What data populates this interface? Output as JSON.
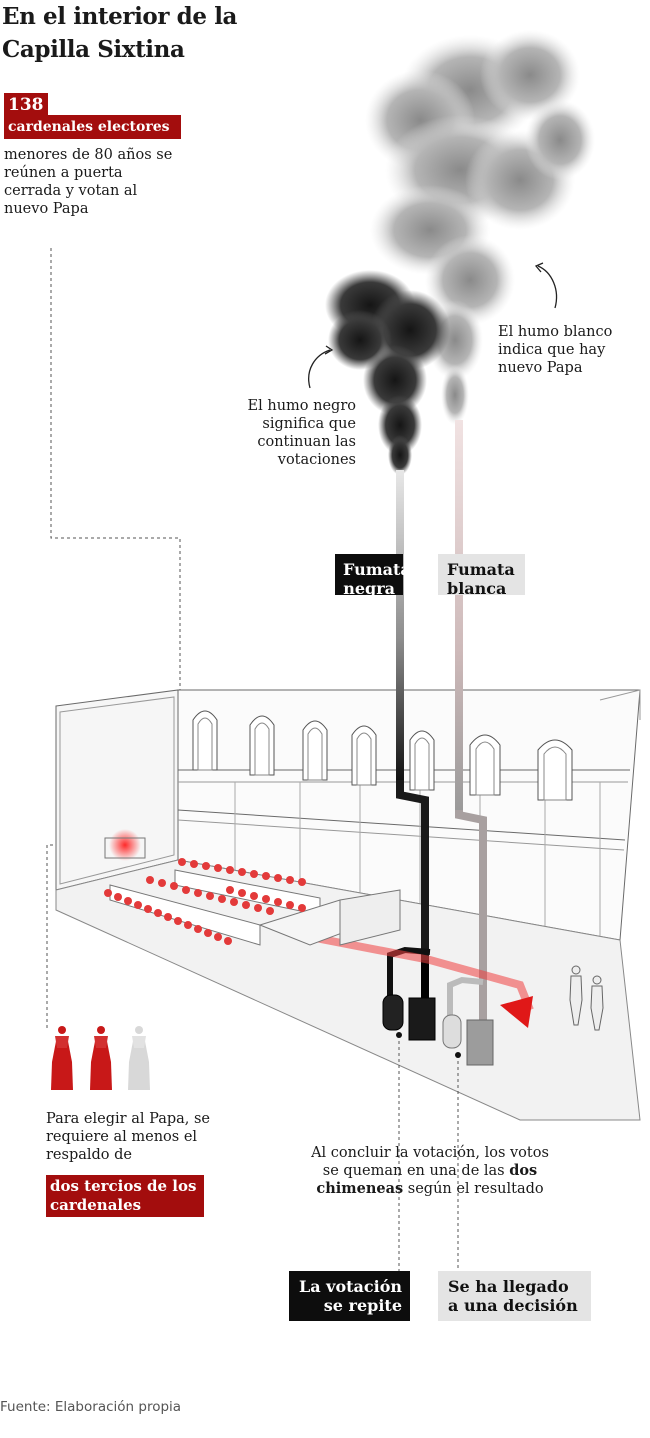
{
  "title": "En el interior de la Capilla Sixtina",
  "electors": {
    "count": "138",
    "label": "cardenales electores",
    "description": "menores de 80 años se reúnen a puerta cerrada y votan al nuevo Papa"
  },
  "smoke": {
    "black_note": "El humo negro significa que continuan las votaciones",
    "white_note": "El humo blanco indica que hay nuevo Papa",
    "black_chip": "Fumata negra",
    "white_chip": "Fumata blanca"
  },
  "requirement": {
    "note": "Para elegir al Papa, se requiere al menos el respaldo de",
    "highlight": "dos tercios de los cardenales"
  },
  "burning": {
    "note_start": "Al concluir la votación, los votos se queman en una de las",
    "note_bold": "dos chimeneas",
    "note_end": "según el resultado",
    "repeat_chip": "La votación se repite",
    "decision_chip": "Se ha llegado a una decisión"
  },
  "source": "Fuente: Elaboración propia",
  "colors": {
    "accent_red": "#a30d0d",
    "cardinal_red": "#d21f1f",
    "black_smoke": "#2a2a2a",
    "white_smoke": "#bdbdbd",
    "chip_dark": "#0d0d0d",
    "chip_light": "#e4e4e4"
  }
}
